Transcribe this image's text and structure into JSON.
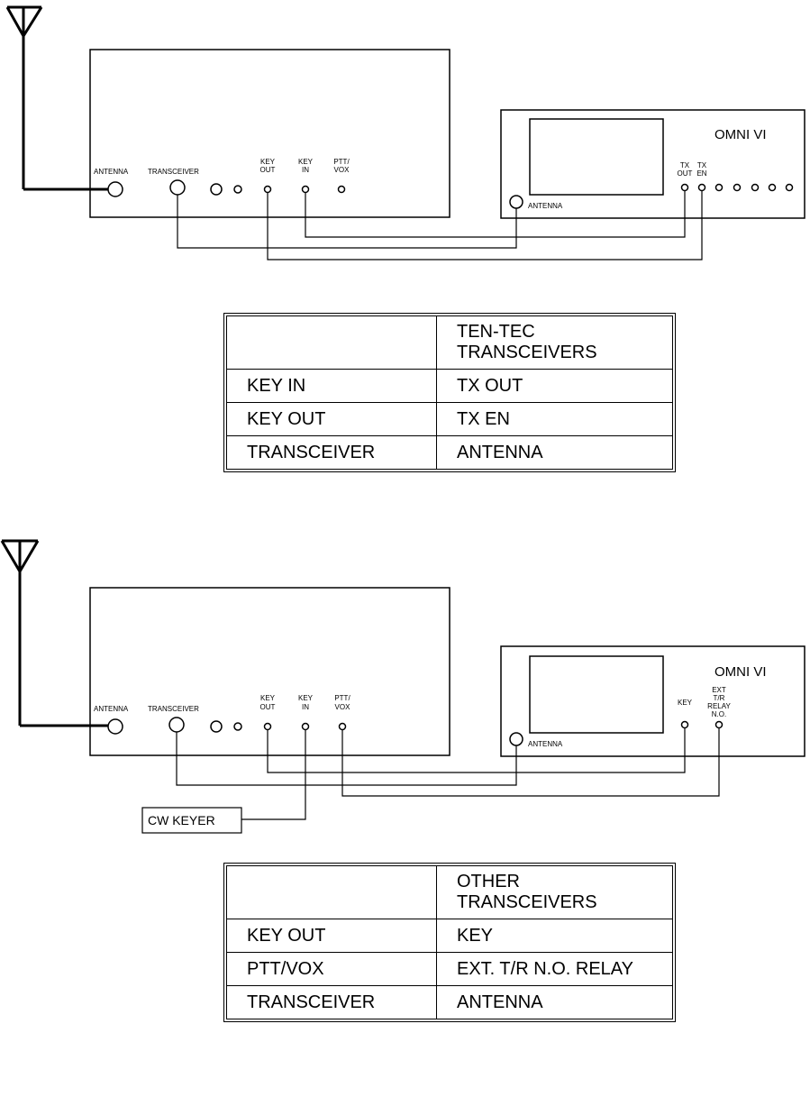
{
  "diagram1": {
    "interface_panel": {
      "antenna": "ANTENNA",
      "transceiver": "TRANSCEIVER",
      "key_out_line1": "KEY",
      "key_out_line2": "OUT",
      "key_in_line1": "KEY",
      "key_in_line2": "IN",
      "ptt_line1": "PTT/",
      "ptt_line2": "VOX"
    },
    "radio": {
      "name": "OMNI VI",
      "antenna": "ANTENNA",
      "tx_out_line1": "TX",
      "tx_out_line2": "OUT",
      "tx_en_line1": "TX",
      "tx_en_line2": "EN"
    },
    "table": {
      "header": [
        "",
        "TEN-TEC TRANSCEIVERS"
      ],
      "rows": [
        [
          "KEY IN",
          "TX OUT"
        ],
        [
          "KEY OUT",
          "TX EN"
        ],
        [
          "TRANSCEIVER",
          "ANTENNA"
        ]
      ]
    }
  },
  "diagram2": {
    "interface_panel": {
      "antenna": "ANTENNA",
      "transceiver": "TRANSCEIVER",
      "key_out_line1": "KEY",
      "key_out_line2": "OUT",
      "key_in_line1": "KEY",
      "key_in_line2": "IN",
      "ptt_line1": "PTT/",
      "ptt_line2": "VOX"
    },
    "radio": {
      "name": "OMNI VI",
      "antenna": "ANTENNA",
      "key": "KEY",
      "ext_line1": "EXT",
      "ext_line2": "T/R",
      "ext_line3": "RELAY",
      "ext_line4": "N.O."
    },
    "cw_keyer": "CW KEYER",
    "table": {
      "header": [
        "",
        "OTHER TRANSCEIVERS"
      ],
      "rows": [
        [
          "KEY OUT",
          "KEY"
        ],
        [
          "PTT/VOX",
          "EXT. T/R N.O. RELAY"
        ],
        [
          "TRANSCEIVER",
          "ANTENNA"
        ]
      ]
    }
  }
}
